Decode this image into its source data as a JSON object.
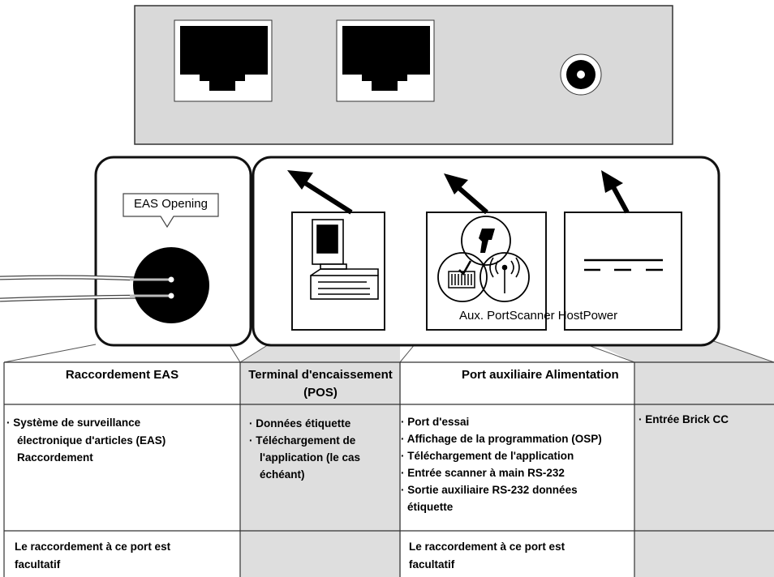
{
  "diagram": {
    "eas_callout": "EAS Opening",
    "port_labels": "Aux. PortScanner HostPower",
    "colors": {
      "panel_fill": "#d9d9d9",
      "shade_fill": "#dedede",
      "ink": "#000000",
      "line": "#555555"
    }
  },
  "table": {
    "headers": [
      "Raccordement EAS",
      "Terminal d'encaissement (POS)",
      "Port auxiliaire Alimentation"
    ],
    "features": {
      "eas": [
        "Système de surveillance",
        "électronique d'articles (EAS)",
        "Raccordement"
      ],
      "pos": [
        "Données étiquette",
        "Téléchargement de",
        "l'application (le cas",
        "échéant)"
      ],
      "aux": [
        "Port d'essai",
        "Affichage de la programmation (OSP)",
        "Téléchargement de l'application",
        "Entrée scanner à main RS-232",
        "Sortie auxiliaire RS-232 données",
        "étiquette"
      ],
      "power": [
        "Entrée Brick CC"
      ]
    },
    "optional_note": {
      "eas": [
        "Le raccordement à ce port est",
        "facultatif"
      ],
      "aux": [
        "Le raccordement à ce port est",
        "facultatif"
      ]
    }
  }
}
